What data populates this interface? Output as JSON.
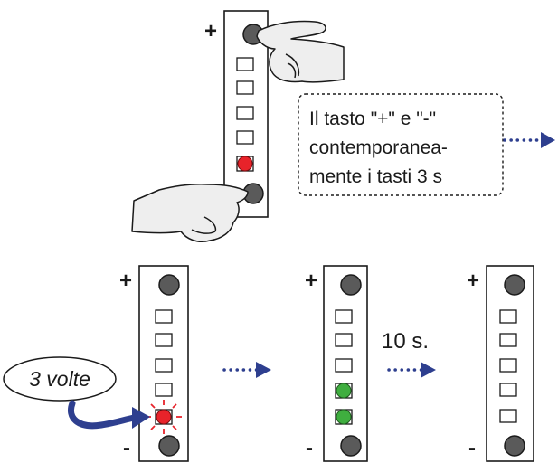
{
  "step1": {
    "plus_label": "+",
    "callout_lines": [
      "Il tasto \"+\" e \"-\"",
      "contemporanea-",
      "mente i tasti 3 s"
    ]
  },
  "step2": {
    "panels": [
      {
        "plus_label": "+",
        "minus_label": "-"
      },
      {
        "plus_label": "+",
        "minus_label": "-"
      },
      {
        "plus_label": "+",
        "minus_label": "-"
      }
    ],
    "times_label": "3 volte",
    "wait_label": "10 s."
  },
  "colors": {
    "button": "#5a5a5a",
    "led_red": "#e8232a",
    "led_green": "#3fae3f",
    "arrow": "#2e3f8f",
    "skin": "#eeeeee"
  }
}
